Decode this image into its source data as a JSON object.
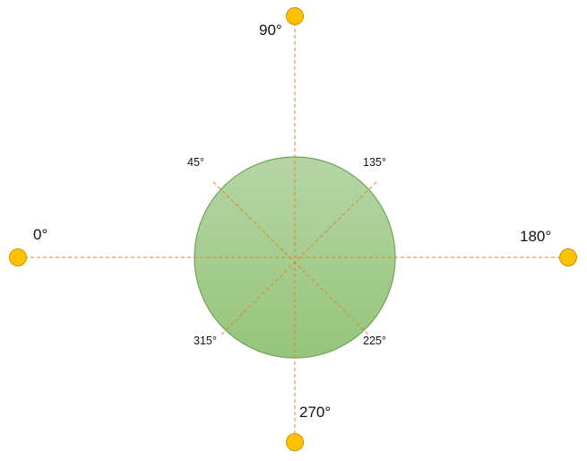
{
  "labels": {
    "deg_0": "0°",
    "deg_45": "45°",
    "deg_90": "90°",
    "deg_135": "135°",
    "deg_180": "180°",
    "deg_225": "225°",
    "deg_270": "270°",
    "deg_315": "315°"
  },
  "colors": {
    "circle_fill_top": "#b5d5a6",
    "circle_fill_bottom": "#95c57a",
    "circle_stroke": "#6fa457",
    "dashed_line": "#ed7d31",
    "marker_fill": "#ffc000",
    "marker_stroke": "#c99700",
    "text": "#111111"
  }
}
